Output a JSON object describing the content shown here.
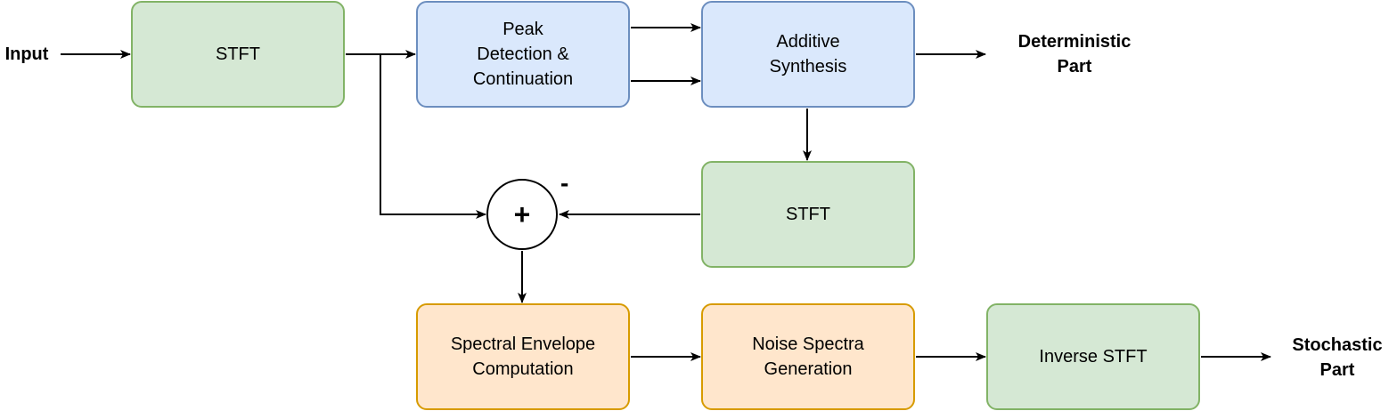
{
  "input_label": "Input",
  "output_deterministic": "Deterministic\nPart",
  "output_stochastic": "Stochastic\nPart",
  "blocks": {
    "stft_1": "STFT",
    "peak": "Peak\nDetection &\nContinuation",
    "additive": "Additive\nSynthesis",
    "stft_2": "STFT",
    "envelope": "Spectral Envelope\nComputation",
    "noise": "Noise Spectra\nGeneration",
    "istft": "Inverse STFT"
  },
  "summing_junction": {
    "symbol": "+",
    "negative_sign": "-"
  },
  "colors": {
    "green_fill": "#d5e8d4",
    "green_border": "#82b366",
    "blue_fill": "#dae8fc",
    "blue_border": "#6c8ebf",
    "orange_fill": "#ffe6cc",
    "orange_border": "#d79b00"
  }
}
